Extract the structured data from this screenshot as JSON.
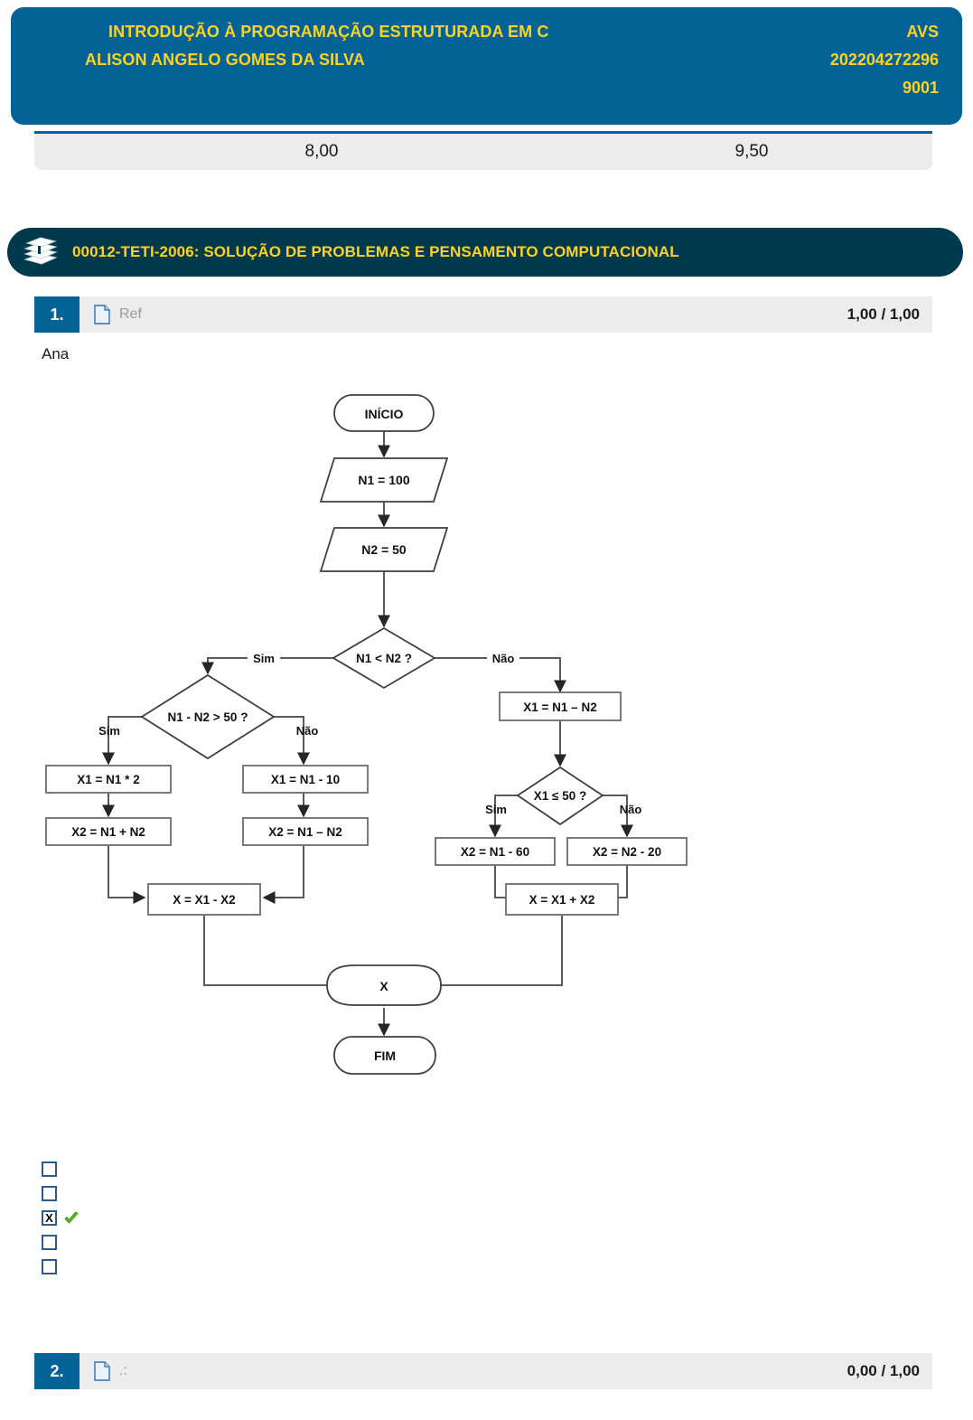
{
  "header": {
    "course_title": "INTRODUÇÃO À PROGRAMAÇÃO ESTRUTURADA EM C",
    "student_name": "ALISON ANGELO GOMES DA SILVA",
    "exam_type": "AVS",
    "enrollment": "202204272296",
    "class_code": "9001",
    "brand_blue": "#036397",
    "accent_yellow": "#ffd21e"
  },
  "grades": {
    "grade_1": "8,00",
    "grade_2": "9,50"
  },
  "section": {
    "title": "00012-TETI-2006: SOLUÇÃO DE PROBLEMAS E PENSAMENTO COMPUTACIONAL",
    "icon": "books-icon",
    "bar_color": "#013a4d"
  },
  "questions": [
    {
      "number": "1.",
      "ref_label": "Ref",
      "score": "1,00 / 1,00",
      "statement": "Ana"
    },
    {
      "number": "2.",
      "ref_label": ".:",
      "score": "0,00 / 1,00",
      "statement": ""
    }
  ],
  "answer_options": [
    {
      "mark": "",
      "correct_check": false
    },
    {
      "mark": "",
      "correct_check": false
    },
    {
      "mark": "X",
      "correct_check": true
    },
    {
      "mark": "",
      "correct_check": false
    },
    {
      "mark": "",
      "correct_check": false
    }
  ],
  "flowchart": {
    "nodes": {
      "start": "INÍCIO",
      "input_n1": "N1 = 100",
      "input_n2": "N2 = 50",
      "dec_main": "N1 < N2 ?",
      "dec_left": "N1 - N2 > 50 ?",
      "proc_l1": "X1 = N1 * 2",
      "proc_l2": "X2 = N1 + N2",
      "proc_l3": "X1 = N1 - 10",
      "proc_l4": "X2 = N1 – N2",
      "proc_left_join": "X = X1 - X2",
      "proc_r1": "X1 = N1 – N2",
      "dec_right": "X1 ≤ 50 ?",
      "proc_r2": "X2 = N1 - 60",
      "proc_r3": "X2 = N2 - 20",
      "proc_right_join": "X = X1 + X2",
      "output_x": "X",
      "end": "FIM"
    },
    "edge_labels": {
      "main_yes": "Sim",
      "main_no": "Não",
      "left_yes": "Sim",
      "left_no": "Não",
      "right_yes": "Sim",
      "right_no": "Não"
    }
  }
}
